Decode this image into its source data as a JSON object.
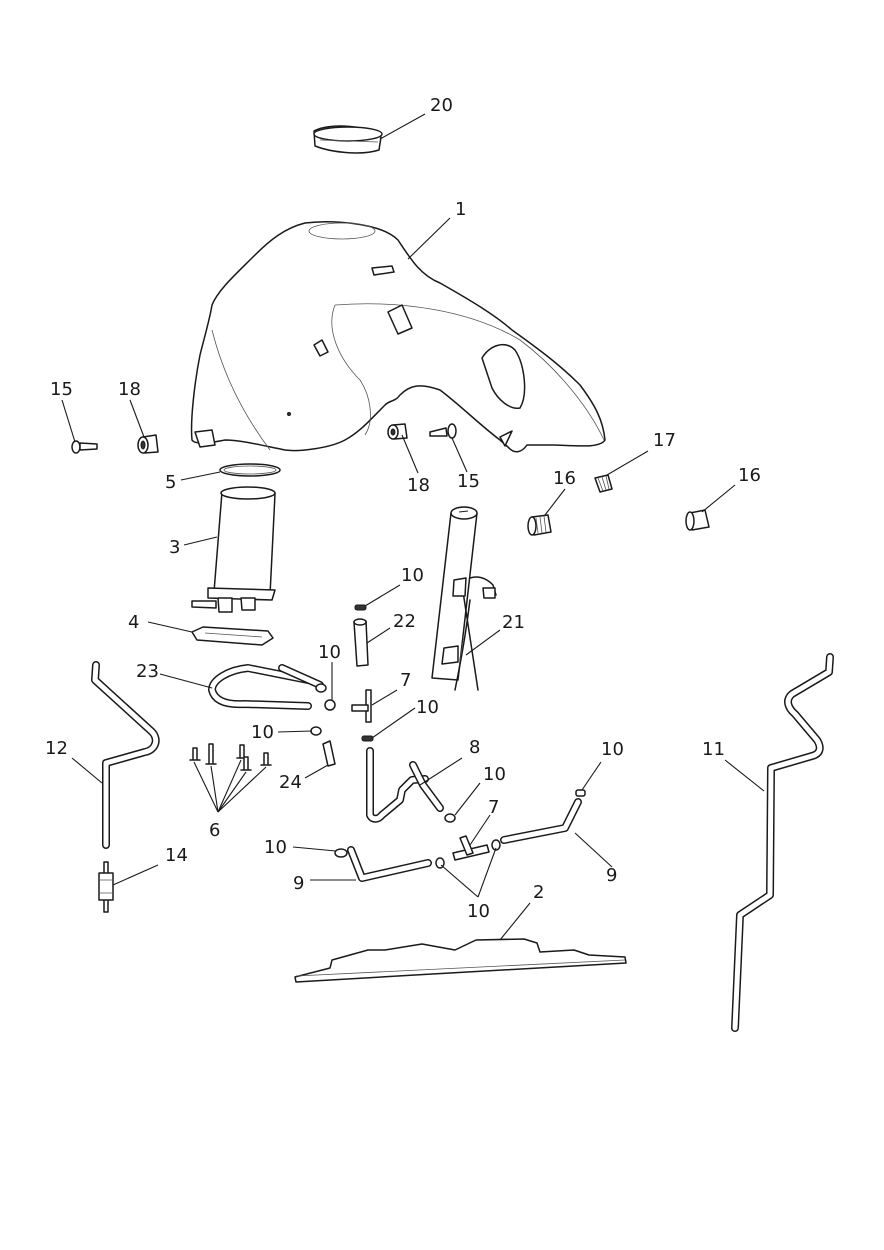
{
  "diagram": {
    "type": "exploded parts diagram",
    "subject": "fuel tank assembly",
    "callouts": [
      {
        "id": "c20",
        "label": "20",
        "part": "filler ring"
      },
      {
        "id": "c1",
        "label": "1",
        "part": "fuel tank"
      },
      {
        "id": "c15a",
        "label": "15",
        "part": "bolt"
      },
      {
        "id": "c18a",
        "label": "18",
        "part": "grommet"
      },
      {
        "id": "c18b",
        "label": "18",
        "part": "grommet"
      },
      {
        "id": "c15b",
        "label": "15",
        "part": "bolt"
      },
      {
        "id": "c17",
        "label": "17",
        "part": "rubber mount"
      },
      {
        "id": "c16a",
        "label": "16",
        "part": "rubber mount"
      },
      {
        "id": "c16b",
        "label": "16",
        "part": "rubber mount"
      },
      {
        "id": "c5",
        "label": "5",
        "part": "seal"
      },
      {
        "id": "c3",
        "label": "3",
        "part": "fuel pump"
      },
      {
        "id": "c4",
        "label": "4",
        "part": "pump plate"
      },
      {
        "id": "c10a",
        "label": "10",
        "part": "hose clip"
      },
      {
        "id": "c22",
        "label": "22",
        "part": "hose"
      },
      {
        "id": "c21",
        "label": "21",
        "part": "fuel level sender"
      },
      {
        "id": "c23",
        "label": "23",
        "part": "hose"
      },
      {
        "id": "c10b",
        "label": "10",
        "part": "hose clip"
      },
      {
        "id": "c7a",
        "label": "7",
        "part": "T-piece"
      },
      {
        "id": "c10c",
        "label": "10",
        "part": "hose clip"
      },
      {
        "id": "c10d",
        "label": "10",
        "part": "hose clip"
      },
      {
        "id": "c12",
        "label": "12",
        "part": "drain hose"
      },
      {
        "id": "c6",
        "label": "6",
        "part": "screws"
      },
      {
        "id": "c24",
        "label": "24",
        "part": "clip"
      },
      {
        "id": "c8",
        "label": "8",
        "part": "hose"
      },
      {
        "id": "c10e",
        "label": "10",
        "part": "hose clip"
      },
      {
        "id": "c10f",
        "label": "10",
        "part": "hose clip"
      },
      {
        "id": "c11",
        "label": "11",
        "part": "breather hose"
      },
      {
        "id": "c7b",
        "label": "7",
        "part": "T-piece"
      },
      {
        "id": "c10g",
        "label": "10",
        "part": "hose clip"
      },
      {
        "id": "c14",
        "label": "14",
        "part": "valve"
      },
      {
        "id": "c9a",
        "label": "9",
        "part": "hose"
      },
      {
        "id": "c9b",
        "label": "9",
        "part": "hose"
      },
      {
        "id": "c10h",
        "label": "10",
        "part": "hose clip"
      },
      {
        "id": "c2",
        "label": "2",
        "part": "heat shield"
      }
    ]
  }
}
